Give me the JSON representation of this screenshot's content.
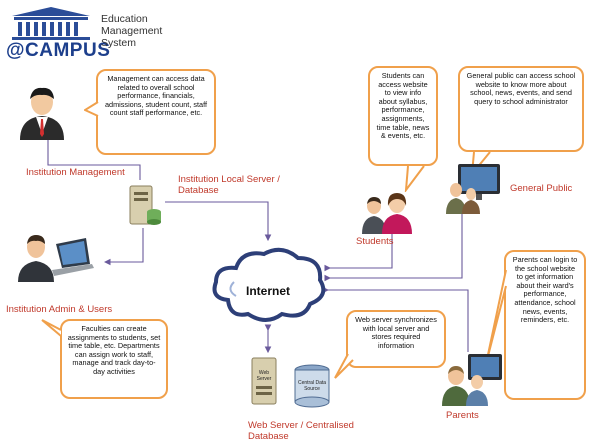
{
  "logo": {
    "campus_text": "@CAMPUS",
    "tagline_lines": [
      "Education",
      "Management",
      "System"
    ]
  },
  "callouts": {
    "management": "Management can access data related to overall school performance, financials, admissions, student count, staff count staff performance, etc.",
    "students": "Students can access website to view info about syllabus, performance, assignments, time table, news & events, etc.",
    "public": "General public can access school website to know more about school, news, events, and send query to school administrator",
    "faculties": "Faculties can create assignments to students, set time table, etc. Departments can assign work to staff, manage and track day-to-day activities",
    "webserver": "Web server synchronizes with local server and stores required information",
    "parents": "Parents can login to the school website to get information about their ward's performance, attendance, school news, events, reminders, etc."
  },
  "labels": {
    "institution_management": "Institution Management",
    "local_server": "Institution Local Server / Database",
    "general_public": "General Public",
    "students": "Students",
    "admin_users": "Institution Admin & Users",
    "internet": "Internet",
    "web_server_db": "Web Server / Centralised Database",
    "parents": "Parents"
  },
  "device_text": {
    "web_server_label": "Web Server",
    "central_db_label": "Central Data Source"
  },
  "colors": {
    "callout_border": "#f0a04b",
    "label_red": "#c0392b",
    "arrow": "#6a5a9c",
    "brand_blue": "#1d3f8c"
  }
}
